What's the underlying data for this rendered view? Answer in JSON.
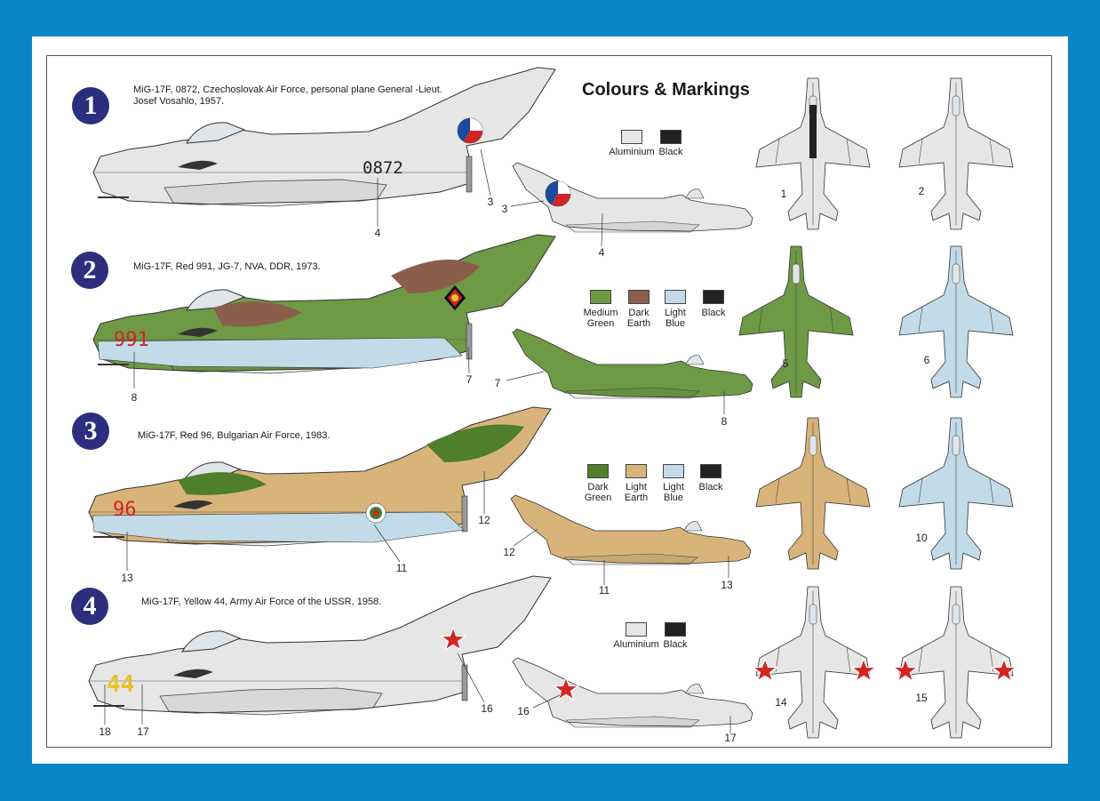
{
  "title": "Colours & Markings",
  "schemes": [
    {
      "number": "1",
      "caption_line1": "MiG-17F, 0872, Czechoslovak Air Force, personal plane General -Lieut.",
      "caption_line2": "Josef Vosahlo, 1957.",
      "serial": "0872"
    },
    {
      "number": "2",
      "caption_line1": "MiG-17F, Red 991, JG-7, NVA, DDR, 1973.",
      "caption_line2": "",
      "serial": "991"
    },
    {
      "number": "3",
      "caption_line1": "MiG-17F, Red 96, Bulgarian Air Force, 1983.",
      "caption_line2": "",
      "serial": "96"
    },
    {
      "number": "4",
      "caption_line1": "MiG-17F, Yellow 44, Army Air Force of the USSR, 1958.",
      "caption_line2": "",
      "serial": "44"
    }
  ],
  "palettes": [
    [
      {
        "l1": "Aluminium",
        "l2": "",
        "color": "#e6e6e6"
      },
      {
        "l1": "Black",
        "l2": "",
        "color": "#222222"
      }
    ],
    [
      {
        "l1": "Medium",
        "l2": "Green",
        "color": "#6e9a45"
      },
      {
        "l1": "Dark",
        "l2": "Earth",
        "color": "#8b5e4b"
      },
      {
        "l1": "Light",
        "l2": "Blue",
        "color": "#c3dbe8"
      },
      {
        "l1": "Black",
        "l2": "",
        "color": "#222222"
      }
    ],
    [
      {
        "l1": "Dark",
        "l2": "Green",
        "color": "#4f7e2c"
      },
      {
        "l1": "Light",
        "l2": "Earth",
        "color": "#d9b47a"
      },
      {
        "l1": "Light",
        "l2": "Blue",
        "color": "#c3dbe8"
      },
      {
        "l1": "Black",
        "l2": "",
        "color": "#222222"
      }
    ],
    [
      {
        "l1": "Aluminium",
        "l2": "",
        "color": "#e6e6e6"
      },
      {
        "l1": "Black",
        "l2": "",
        "color": "#222222"
      }
    ]
  ],
  "callouts": {
    "c1": "1",
    "c2": "2",
    "c3": "3",
    "c3b": "3",
    "c4": "4",
    "c4b": "4",
    "c5": "5",
    "c6": "6",
    "c7": "7",
    "c7b": "7",
    "c8": "8",
    "c8b": "8",
    "c10": "10",
    "c11": "11",
    "c11b": "11",
    "c12": "12",
    "c12b": "12",
    "c13": "13",
    "c13b": "13",
    "c14": "14",
    "c15": "15",
    "c16": "16",
    "c16b": "16",
    "c17": "17",
    "c17b": "17",
    "c18": "18"
  },
  "colors": {
    "aluminium": "#e6e6e6",
    "medium_green": "#6e9a45",
    "dark_earth": "#8b5e4b",
    "light_blue": "#c3dbe8",
    "dark_green": "#4f7e2c",
    "light_earth": "#d9b47a",
    "red": "#d32424",
    "yellow": "#e7c22b",
    "badge": "#2b2f7d"
  }
}
